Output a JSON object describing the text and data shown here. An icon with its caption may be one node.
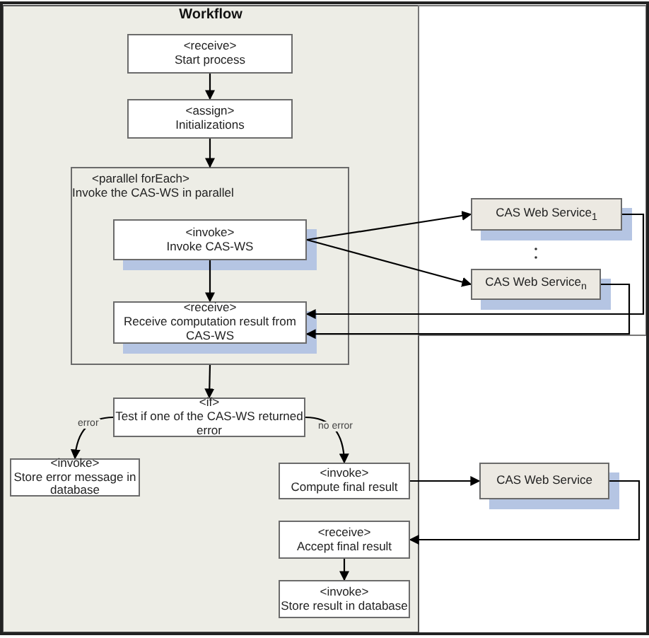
{
  "diagram": {
    "title": "Workflow",
    "nodes": [
      {
        "text": [
          "<receive>",
          "Start process"
        ]
      },
      {
        "text": [
          "<assign>",
          "Initializations"
        ]
      },
      {
        "text": [
          "<parallel forEach>",
          "Invoke the CAS-WS in parallel"
        ]
      },
      {
        "text": [
          "<invoke>",
          "Invoke CAS-WS"
        ],
        "in": 2
      },
      {
        "text": [
          "<receive>",
          "Receive computation result from CAS-WS"
        ],
        "in": 2
      },
      {
        "text": [
          "CAS Web Service$_{1}$"
        ]
      },
      {
        "text": [
          "CAS Web Service$_{n}$"
        ]
      },
      {
        "text": [
          "<if>",
          "Test if one of the CAS-WS returned error"
        ]
      },
      {
        "text": [
          "<invoke>",
          "Store error message in database"
        ]
      },
      {
        "text": [
          "<invoke>",
          "Compute final result"
        ]
      },
      {
        "text": [
          "<receive>",
          "Accept final result"
        ]
      },
      {
        "text": [
          "<invoke>",
          "Store result in database"
        ]
      },
      {
        "text": [
          "CAS Web Service"
        ]
      }
    ],
    "edges": [
      {
        "from": 0,
        "to": 1,
        "arrow": "to"
      },
      {
        "from": 1,
        "to": 2,
        "arrow": "to"
      },
      {
        "from": 3,
        "to": 5,
        "arrow": "to"
      },
      {
        "from": 3,
        "to": 6,
        "arrow": "to"
      },
      {
        "from": 3,
        "to": 4,
        "arrow": "to"
      },
      {
        "from": 5,
        "to": 4,
        "arrow": "to"
      },
      {
        "from": 6,
        "to": 4,
        "arrow": "to"
      },
      {
        "from": 2,
        "to": 7,
        "arrow": "to"
      },
      {
        "from": 7,
        "to": 8,
        "arrow": "to",
        "label": "error"
      },
      {
        "from": 7,
        "to": 9,
        "arrow": "to",
        "label": "no error"
      },
      {
        "from": 9,
        "to": 12,
        "arrow": "to"
      },
      {
        "from": 12,
        "to": 10,
        "arrow": "to"
      },
      {
        "from": 10,
        "to": 11,
        "arrow": "to"
      }
    ]
  }
}
